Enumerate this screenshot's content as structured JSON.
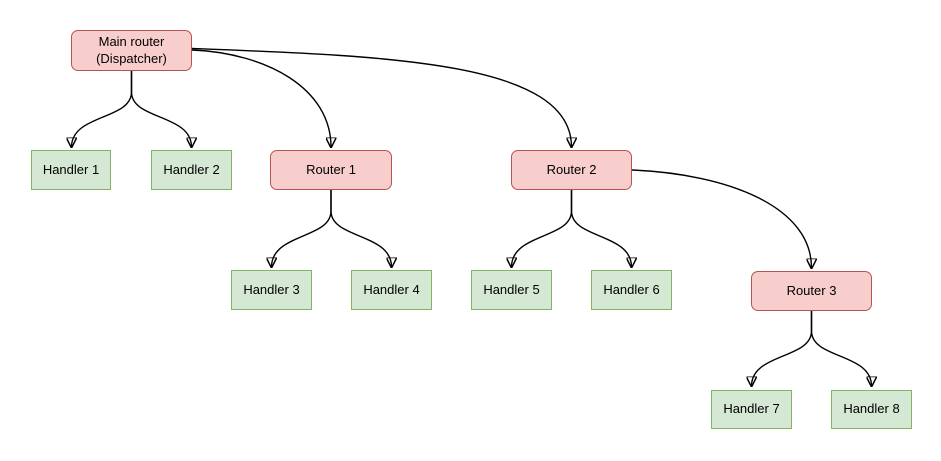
{
  "diagram": {
    "kind": "routing-tree",
    "nodes": [
      {
        "id": "main-router",
        "label": "Main router\n(Dispatcher)",
        "kind": "router"
      },
      {
        "id": "handler-1",
        "label": "Handler 1",
        "kind": "handler"
      },
      {
        "id": "handler-2",
        "label": "Handler 2",
        "kind": "handler"
      },
      {
        "id": "router-1",
        "label": "Router 1",
        "kind": "router"
      },
      {
        "id": "router-2",
        "label": "Router 2",
        "kind": "router"
      },
      {
        "id": "handler-3",
        "label": "Handler 3",
        "kind": "handler"
      },
      {
        "id": "handler-4",
        "label": "Handler 4",
        "kind": "handler"
      },
      {
        "id": "handler-5",
        "label": "Handler 5",
        "kind": "handler"
      },
      {
        "id": "handler-6",
        "label": "Handler 6",
        "kind": "handler"
      },
      {
        "id": "router-3",
        "label": "Router 3",
        "kind": "router"
      },
      {
        "id": "handler-7",
        "label": "Handler 7",
        "kind": "handler"
      },
      {
        "id": "handler-8",
        "label": "Handler 8",
        "kind": "handler"
      }
    ],
    "edges": [
      {
        "from": "main-router",
        "to": "handler-1"
      },
      {
        "from": "main-router",
        "to": "handler-2"
      },
      {
        "from": "main-router",
        "to": "router-1"
      },
      {
        "from": "main-router",
        "to": "router-2"
      },
      {
        "from": "router-1",
        "to": "handler-3"
      },
      {
        "from": "router-1",
        "to": "handler-4"
      },
      {
        "from": "router-2",
        "to": "handler-5"
      },
      {
        "from": "router-2",
        "to": "handler-6"
      },
      {
        "from": "router-2",
        "to": "router-3"
      },
      {
        "from": "router-3",
        "to": "handler-7"
      },
      {
        "from": "router-3",
        "to": "handler-8"
      }
    ]
  },
  "colors": {
    "canvas_bg": "#ffffff",
    "router_fill": "#f8cecc",
    "router_border": "#b85450",
    "handler_fill": "#d5e8d4",
    "handler_border": "#82b366",
    "edge": "#000000",
    "text": "#000000"
  }
}
